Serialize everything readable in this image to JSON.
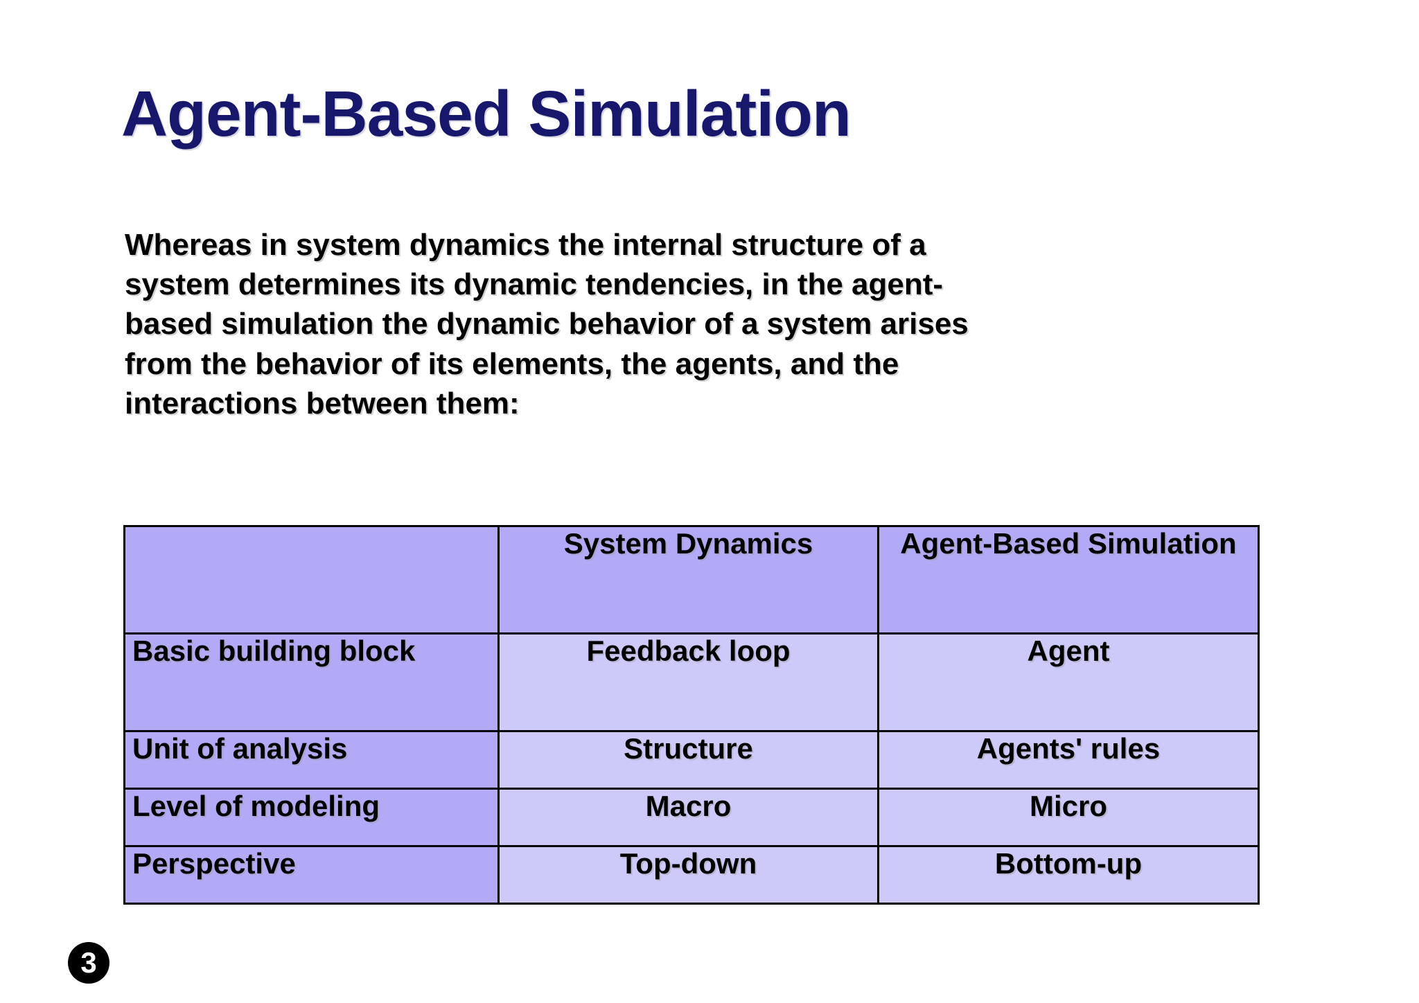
{
  "slide": {
    "title": "Agent-Based Simulation",
    "page_number": "3",
    "colors": {
      "title": "#17176b",
      "header_fill": "#b2aaf7",
      "label_fill": "#b2aaf7",
      "value_fill": "#cdcafa",
      "border": "#000000",
      "background": "#ffffff"
    },
    "body": {
      "lines": [
        "Whereas in system dynamics the internal structure of a",
        "system determines its dynamic tendencies, in the agent-",
        "based simulation the dynamic behavior of a system arises",
        "from the behavior of its elements, the agents, and the",
        "interactions between them:"
      ]
    },
    "table": {
      "headers": [
        "",
        "System Dynamics",
        "Agent-Based Simulation"
      ],
      "rows": [
        {
          "label": "Basic building block",
          "system_dynamics": "Feedback loop",
          "agent_based": "Agent"
        },
        {
          "label": "Unit of analysis",
          "system_dynamics": "Structure",
          "agent_based": "Agents' rules"
        },
        {
          "label": "Level of modeling",
          "system_dynamics": "Macro",
          "agent_based": "Micro"
        },
        {
          "label": "Perspective",
          "system_dynamics": "Top-down",
          "agent_based": "Bottom-up"
        }
      ]
    }
  }
}
